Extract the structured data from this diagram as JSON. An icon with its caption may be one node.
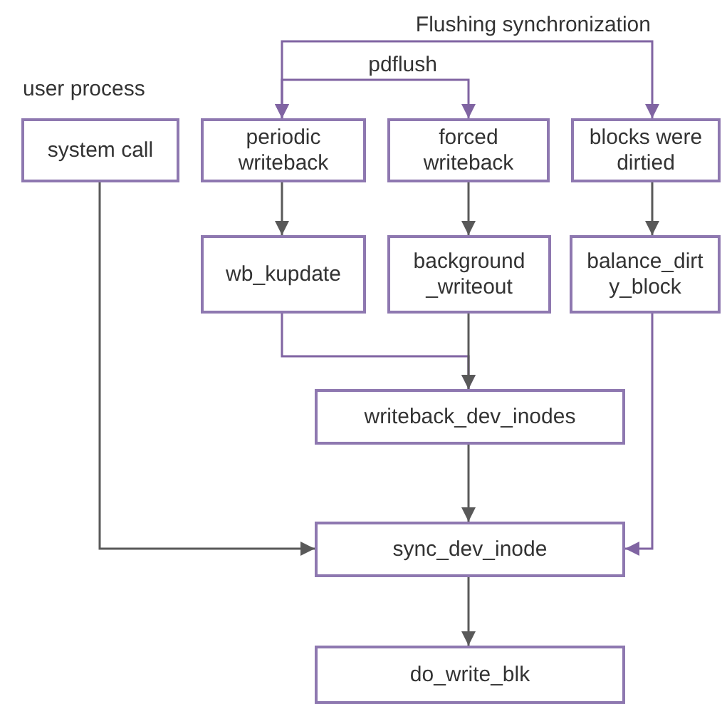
{
  "diagram": {
    "nodes": [
      {
        "text": [
          "Flushing synchronization"
        ]
      },
      {
        "text": [
          "pdflush"
        ]
      },
      {
        "text": [
          "system call"
        ],
        "beside": [
          "user process"
        ]
      },
      {
        "text": [
          "periodic writeback"
        ]
      },
      {
        "text": [
          "forced writeback"
        ]
      },
      {
        "text": [
          "blocks were dirtied"
        ]
      },
      {
        "text": [
          "wb_kupdate"
        ]
      },
      {
        "text": [
          "background _writeout"
        ]
      },
      {
        "text": [
          "balance_dirty_block"
        ]
      },
      {
        "text": [
          "writeback_dev_inodes"
        ]
      },
      {
        "text": [
          "sync_dev_inode"
        ]
      },
      {
        "text": [
          "do_write_blk"
        ]
      }
    ],
    "edges": [
      {
        "from": 0,
        "to": 3,
        "arrow": "to",
        "color": "#8064a2"
      },
      {
        "from": 0,
        "to": 5,
        "arrow": "to",
        "color": "#8064a2"
      },
      {
        "from": 1,
        "to": 3,
        "arrow": "to",
        "color": "#8064a2"
      },
      {
        "from": 1,
        "to": 4,
        "arrow": "to",
        "color": "#8064a2"
      },
      {
        "from": 3,
        "to": 6,
        "arrow": "to"
      },
      {
        "from": 4,
        "to": 7,
        "arrow": "to"
      },
      {
        "from": 5,
        "to": 8,
        "arrow": "to"
      },
      {
        "from": 6,
        "to": 9,
        "arrow": "to",
        "color": "#8064a2"
      },
      {
        "from": 7,
        "to": 9,
        "arrow": "to"
      },
      {
        "from": 2,
        "to": 10,
        "arrow": "to"
      },
      {
        "from": 9,
        "to": 10,
        "arrow": "to"
      },
      {
        "from": 8,
        "to": 10,
        "arrow": "to",
        "color": "#8064a2"
      },
      {
        "from": 10,
        "to": 11,
        "arrow": "to"
      }
    ]
  }
}
